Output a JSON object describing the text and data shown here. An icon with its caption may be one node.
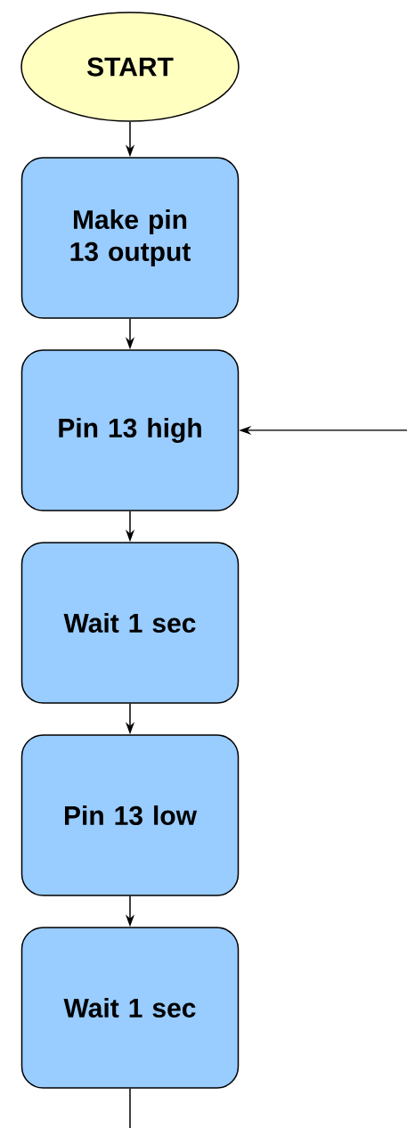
{
  "diagram": {
    "nodes": [
      {
        "text": [
          "START"
        ]
      },
      {
        "text": [
          "Make pin 13 output"
        ]
      },
      {
        "text": [
          "Pin 13 high"
        ]
      },
      {
        "text": [
          "Wait 1 sec"
        ]
      },
      {
        "text": [
          "Pin 13 low"
        ]
      },
      {
        "text": [
          "Wait 1 sec"
        ]
      }
    ],
    "edges": [
      {
        "from": 0,
        "to": 1,
        "arrow": "to"
      },
      {
        "from": 1,
        "to": 2,
        "arrow": "to"
      },
      {
        "from": 2,
        "to": 3,
        "arrow": "to"
      },
      {
        "from": 3,
        "to": 4,
        "arrow": "to"
      },
      {
        "from": 4,
        "to": 5,
        "arrow": "to"
      },
      {
        "from": null,
        "to": 2,
        "arrow": "to"
      },
      {
        "from": 5,
        "to": null,
        "arrow": "none"
      }
    ]
  }
}
